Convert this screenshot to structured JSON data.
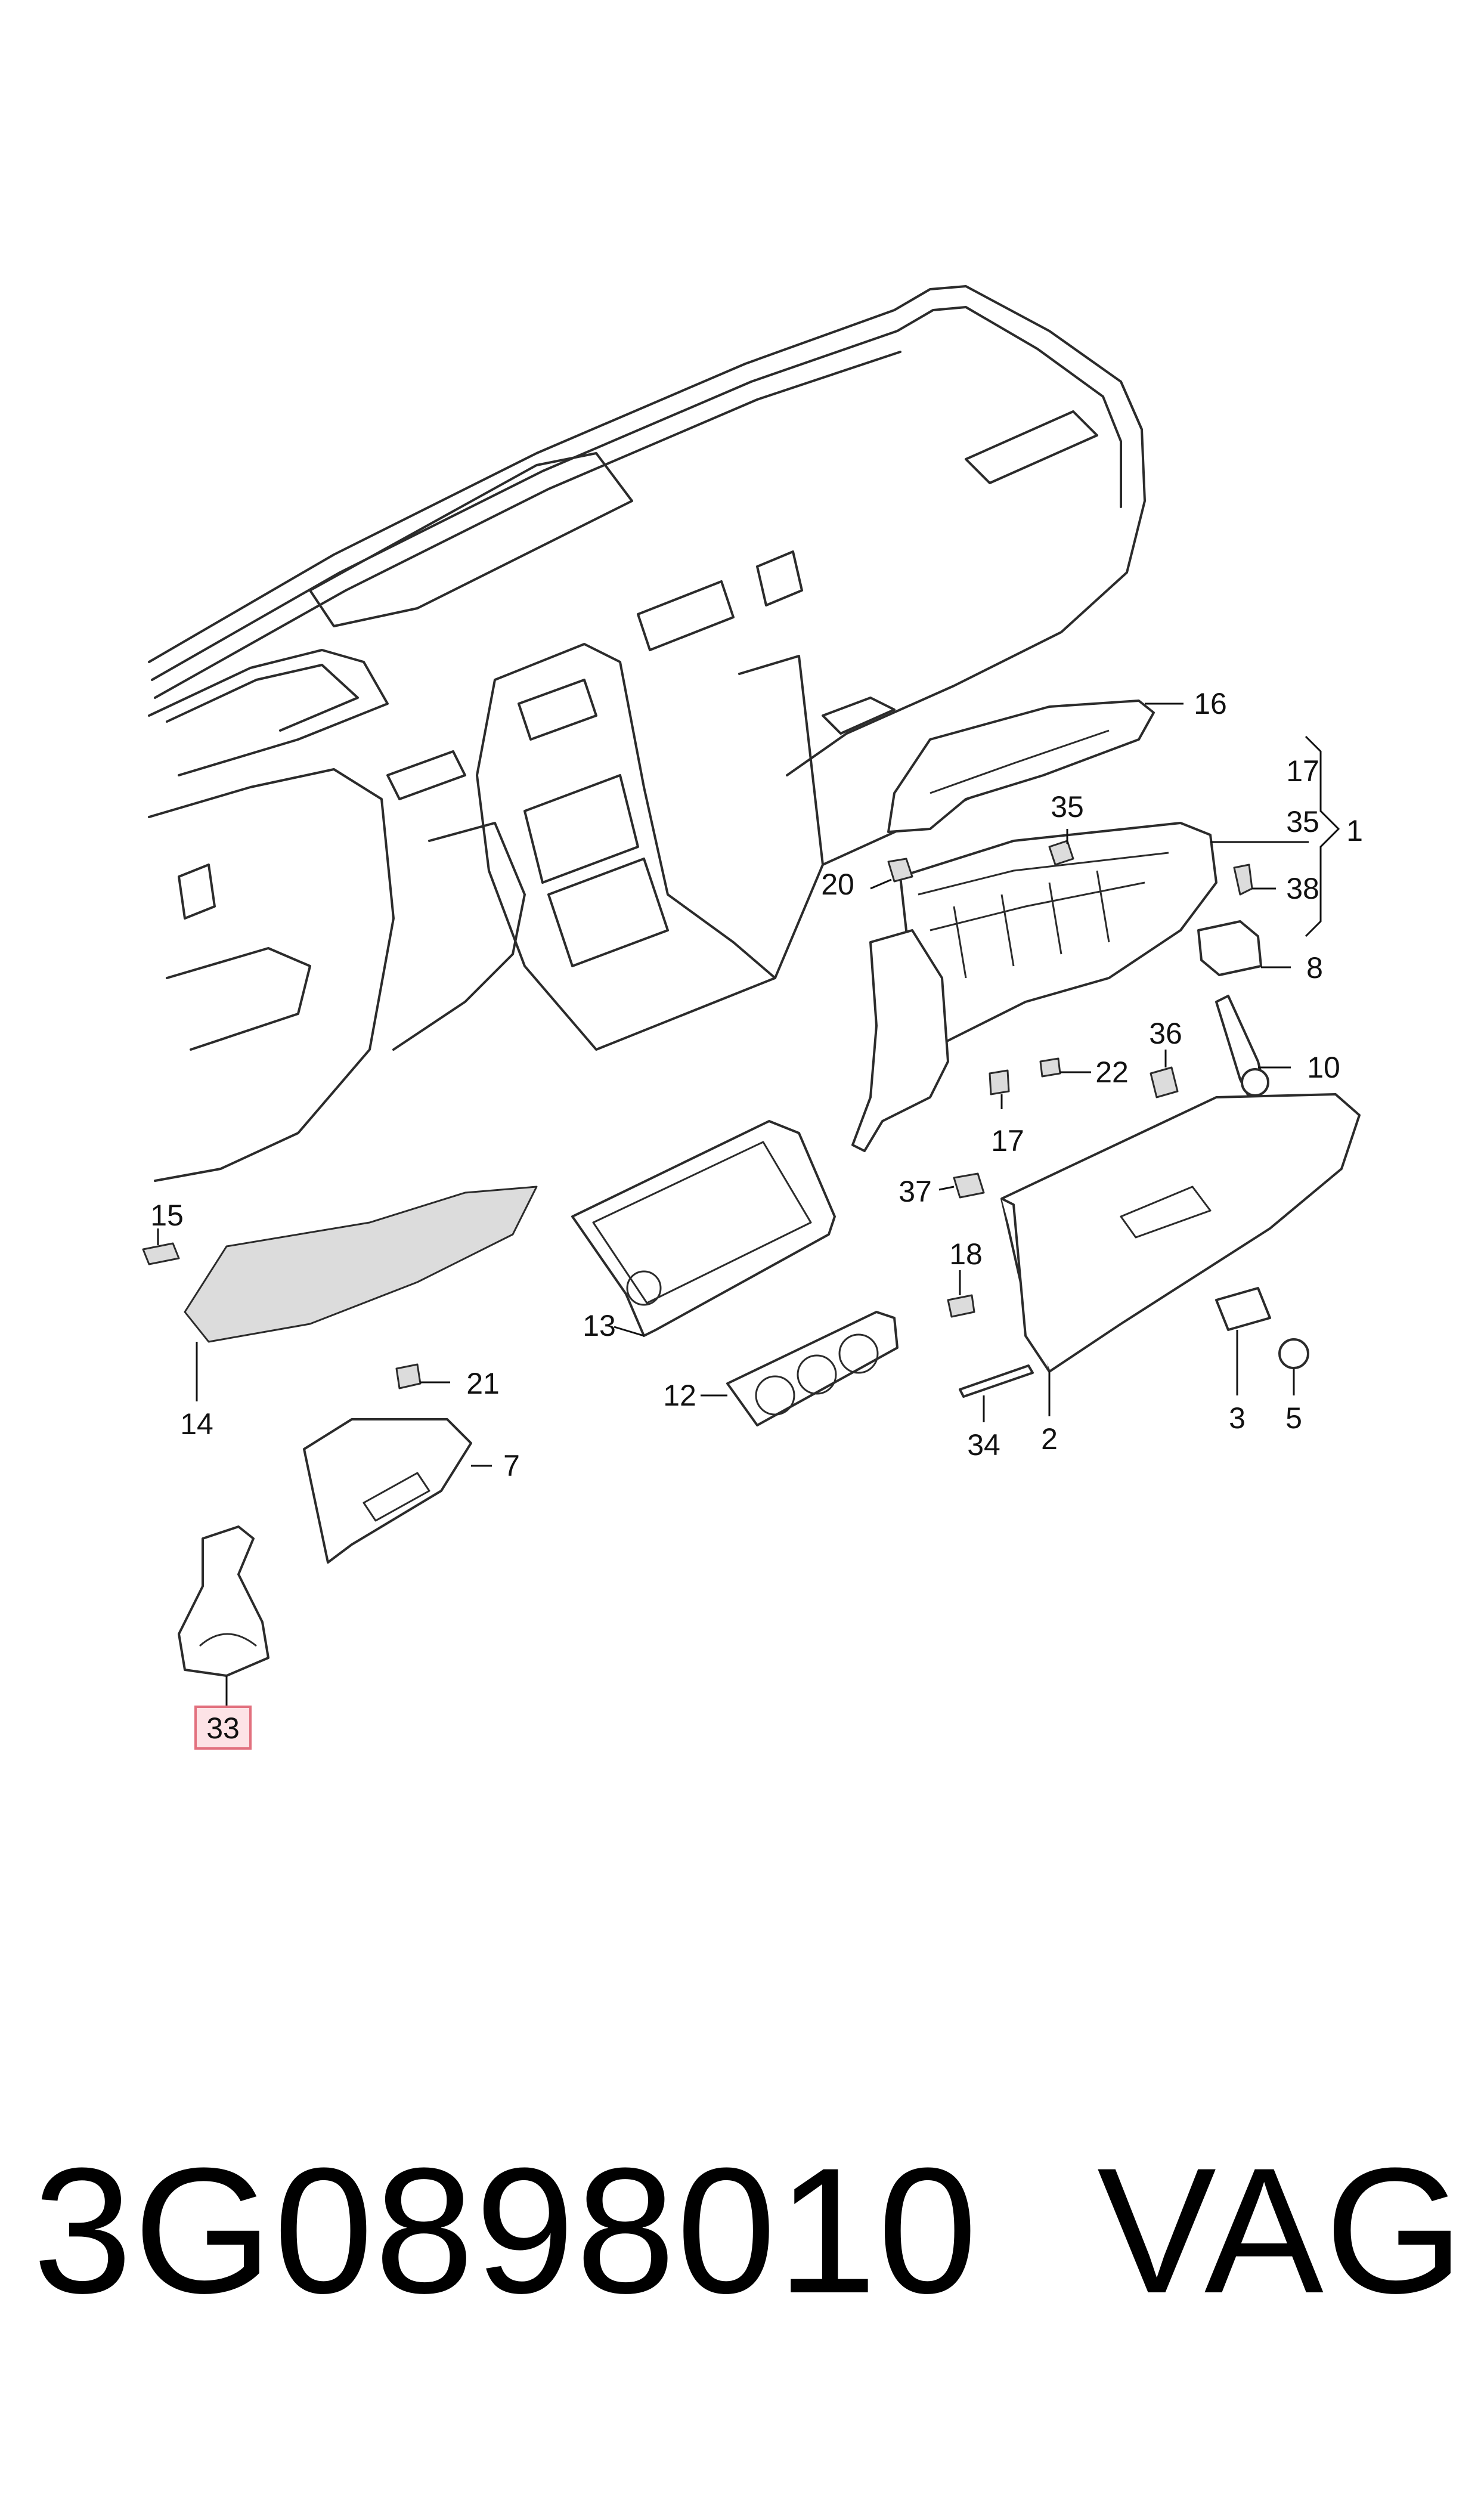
{
  "diagram": {
    "callouts": [
      {
        "id": "c16",
        "label": "16"
      },
      {
        "id": "c17a",
        "label": "17"
      },
      {
        "id": "c35a",
        "label": "35"
      },
      {
        "id": "c1",
        "label": "1"
      },
      {
        "id": "c35b",
        "label": "35"
      },
      {
        "id": "c20",
        "label": "20"
      },
      {
        "id": "c38",
        "label": "38"
      },
      {
        "id": "c8",
        "label": "8"
      },
      {
        "id": "c36",
        "label": "36"
      },
      {
        "id": "c10",
        "label": "10"
      },
      {
        "id": "c22",
        "label": "22"
      },
      {
        "id": "c17b",
        "label": "17"
      },
      {
        "id": "c37",
        "label": "37"
      },
      {
        "id": "c18",
        "label": "18"
      },
      {
        "id": "c15",
        "label": "15"
      },
      {
        "id": "c14",
        "label": "14"
      },
      {
        "id": "c13",
        "label": "13"
      },
      {
        "id": "c21",
        "label": "21"
      },
      {
        "id": "c12",
        "label": "12"
      },
      {
        "id": "c7",
        "label": "7"
      },
      {
        "id": "c34",
        "label": "34"
      },
      {
        "id": "c2",
        "label": "2"
      },
      {
        "id": "c3",
        "label": "3"
      },
      {
        "id": "c5",
        "label": "5"
      },
      {
        "id": "c33",
        "label": "33"
      }
    ],
    "highlighted_callout": "33",
    "highlight_color": "#e2707e"
  },
  "footer": {
    "part_number": "3G0898010",
    "brand": "VAG"
  }
}
